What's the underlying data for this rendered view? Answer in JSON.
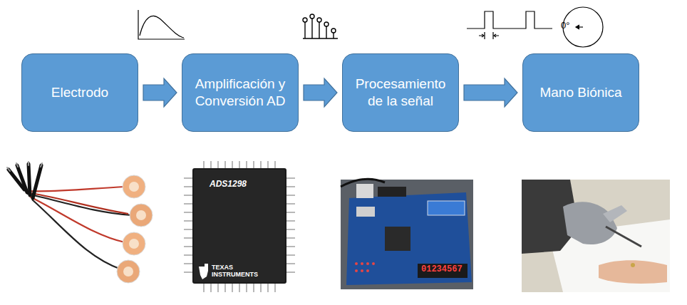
{
  "diagram": {
    "nodes": [
      {
        "text": [
          "Electrodo"
        ]
      },
      {
        "text": [
          "Amplificación y Conversión AD"
        ]
      },
      {
        "text": [
          "Procesamiento de la señal"
        ]
      },
      {
        "text": [
          "Mano Biónica"
        ]
      }
    ],
    "edges": [
      {
        "from": 0,
        "to": 1,
        "arrow": "to"
      },
      {
        "from": 1,
        "to": 2,
        "arrow": "to"
      },
      {
        "from": 2,
        "to": 3,
        "arrow": "to"
      }
    ],
    "labels": [
      "0°",
      "ADS1298",
      "TEXAS INSTRUMENTS",
      "01234567"
    ]
  }
}
